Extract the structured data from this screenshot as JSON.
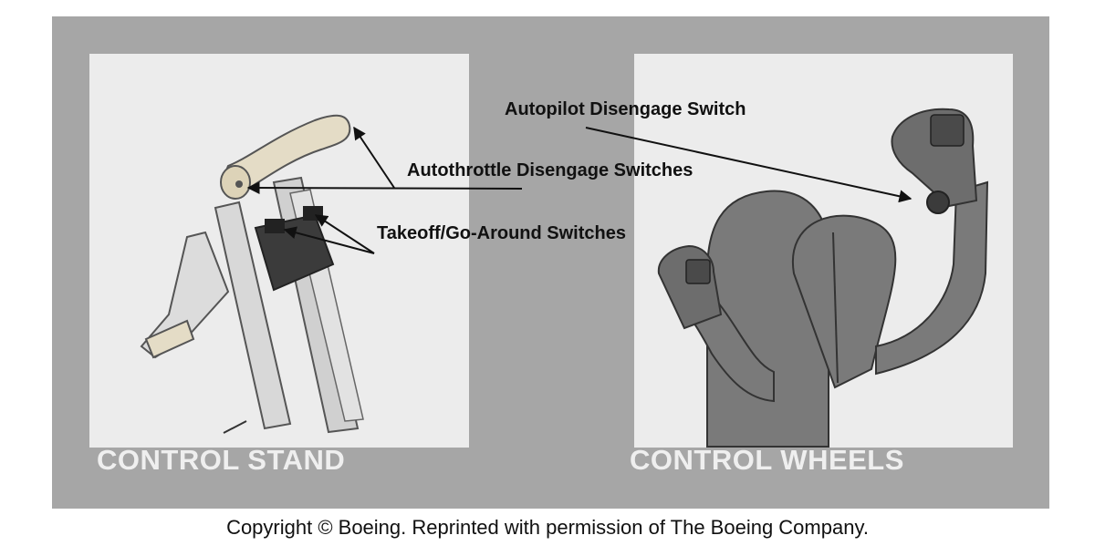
{
  "panels": {
    "left_title": "CONTROL STAND",
    "right_title": "CONTROL WHEELS"
  },
  "callouts": {
    "autopilot_disengage": "Autopilot Disengage Switch",
    "autothrottle_disengage": "Autothrottle Disengage Switches",
    "toga": "Takeoff/Go-Around Switches"
  },
  "credit": "Copyright © Boeing. Reprinted with permission of The Boeing Company.",
  "colors": {
    "frame": "#a6a6a6",
    "panel": "#ececec",
    "throttle_knob": "#e4dcc6",
    "control_column": "#7a7a7a",
    "switch_block": "#3b3b3b"
  }
}
